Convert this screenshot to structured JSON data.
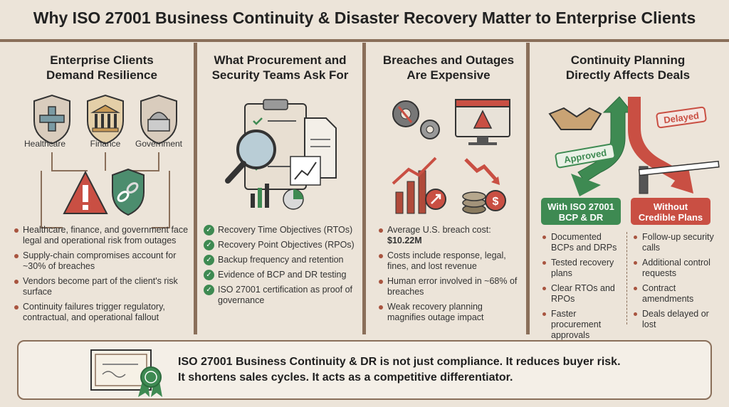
{
  "title": "Why ISO 27001 Business Continuity & Disaster Recovery Matter to Enterprise Clients",
  "colors": {
    "background": "#ece4d9",
    "divider": "#8a6f5a",
    "green": "#3e8a52",
    "red": "#c94f43",
    "accent": "#a8543f"
  },
  "col1": {
    "title_line1": "Enterprise Clients",
    "title_line2": "Demand Resilience",
    "labels": [
      "Healthcare",
      "Finance",
      "Government"
    ],
    "icons": [
      "medical-shield-icon",
      "bank-shield-icon",
      "capitol-shield-icon",
      "warning-icon",
      "chain-shield-icon"
    ],
    "bullets": [
      "Healthcare, finance, and government face legal and operational risk from outages",
      "Supply-chain compromises account for ~30% of breaches",
      "Vendors become part of the client's risk surface",
      "Continuity failures trigger regulatory, contractual, and operational fallout"
    ]
  },
  "col2": {
    "title_line1": "What Procurement and",
    "title_line2": "Security Teams Ask For",
    "icons": [
      "clipboard-checklist-icon",
      "magnifier-icon",
      "document-icon",
      "chart-icon"
    ],
    "bullets": [
      "Recovery Time Objectives (RTOs)",
      "Recovery Point Objectives (RPOs)",
      "Backup frequency and retention",
      "Evidence of BCP and DR testing",
      "ISO 27001 certification as proof of governance"
    ]
  },
  "col3": {
    "title_line1": "Breaches and Outages",
    "title_line2": "Are Expensive",
    "icons": [
      "broken-gears-icon",
      "monitor-warning-icon",
      "rising-cost-chart-icon",
      "coins-falling-icon"
    ],
    "bullet1_text": "Average U.S. breach cost:",
    "bullet1_value": "$10.22M",
    "bullets": [
      "Costs include response, legal, fines, and lost revenue",
      "Human error involved in ~68% of breaches",
      "Weak recovery planning magnifies outage impact"
    ]
  },
  "col4": {
    "title_line1": "Continuity Planning",
    "title_line2": "Directly Affects Deals",
    "approved_label": "Approved",
    "delayed_label": "Delayed",
    "with_label_line1": "With ISO 27001",
    "with_label_line2": "BCP & DR",
    "without_label_line1": "Without",
    "without_label_line2": "Credible Plans",
    "icons": [
      "handshake-icon",
      "green-arrow-icon",
      "red-arrow-icon",
      "barrier-gate-icon"
    ],
    "with_items": [
      "Documented BCPs and DRPs",
      "Tested recovery plans",
      "Clear RTOs and RPOs",
      "Faster procurement approvals"
    ],
    "without_items": [
      "Follow-up security calls",
      "Additional control requests",
      "Contract amendments",
      "Deals delayed or lost"
    ]
  },
  "bottom": {
    "icons": [
      "certificate-icon",
      "award-ribbon-icon"
    ],
    "line1": "ISO 27001 Business Continuity & DR is not just compliance. It reduces buyer risk.",
    "line2": "It shortens sales cycles. It acts as a competitive differentiator."
  }
}
